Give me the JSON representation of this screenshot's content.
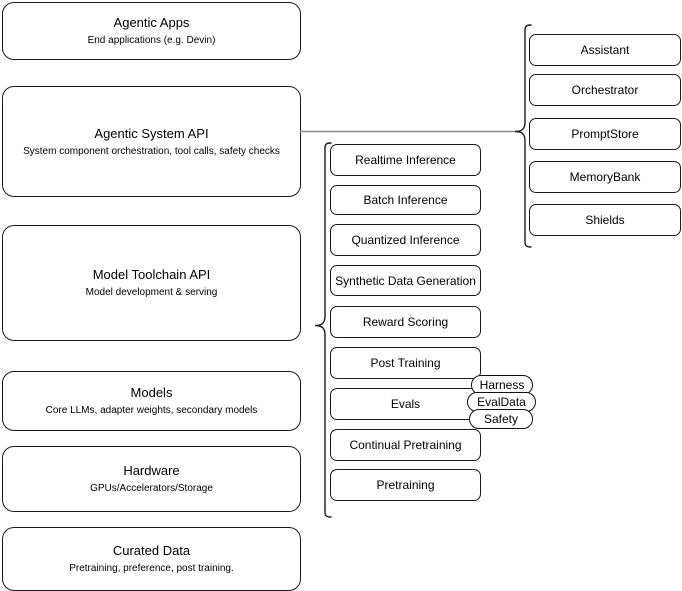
{
  "diagram": {
    "title": "Agentic AI stack layers",
    "stroke_color": "#1a1a1a",
    "connector_color": "#8c8c8c",
    "background": "#ffffff"
  },
  "layers": [
    {
      "name": "agentic-apps",
      "title": "Agentic Apps",
      "subtitle": "End applications (e.g. Devin)"
    },
    {
      "name": "agentic-system-api",
      "title": "Agentic System API",
      "subtitle": "System component orchestration, tool calls, safety checks"
    },
    {
      "name": "model-toolchain-api",
      "title": "Model Toolchain API",
      "subtitle": "Model development & serving"
    },
    {
      "name": "models",
      "title": "Models",
      "subtitle": "Core LLMs, adapter weights, secondary models"
    },
    {
      "name": "hardware",
      "title": "Hardware",
      "subtitle": "GPUs/Accelerators/Storage"
    },
    {
      "name": "curated-data",
      "title": "Curated Data",
      "subtitle": "Pretraining, preference, post training."
    }
  ],
  "agentic_system_components": [
    {
      "name": "assistant",
      "label": "Assistant"
    },
    {
      "name": "orchestrator",
      "label": "Orchestrator"
    },
    {
      "name": "promptstore",
      "label": "PromptStore"
    },
    {
      "name": "memorybank",
      "label": "MemoryBank"
    },
    {
      "name": "shields",
      "label": "Shields"
    }
  ],
  "model_toolchain_components": [
    {
      "name": "realtime-inference",
      "label": "Realtime Inference"
    },
    {
      "name": "batch-inference",
      "label": "Batch Inference"
    },
    {
      "name": "quantized-inference",
      "label": "Quantized Inference"
    },
    {
      "name": "synthetic-data-generation",
      "label": "Synthetic Data Generation"
    },
    {
      "name": "reward-scoring",
      "label": "Reward Scoring"
    },
    {
      "name": "post-training",
      "label": "Post Training"
    },
    {
      "name": "evals",
      "label": "Evals"
    },
    {
      "name": "continual-pretraining",
      "label": "Continual Pretraining"
    },
    {
      "name": "pretraining",
      "label": "Pretraining"
    }
  ],
  "evals_badges": [
    {
      "name": "harness",
      "label": "Harness"
    },
    {
      "name": "evaldata",
      "label": "EvalData"
    },
    {
      "name": "safety",
      "label": "Safety"
    }
  ]
}
